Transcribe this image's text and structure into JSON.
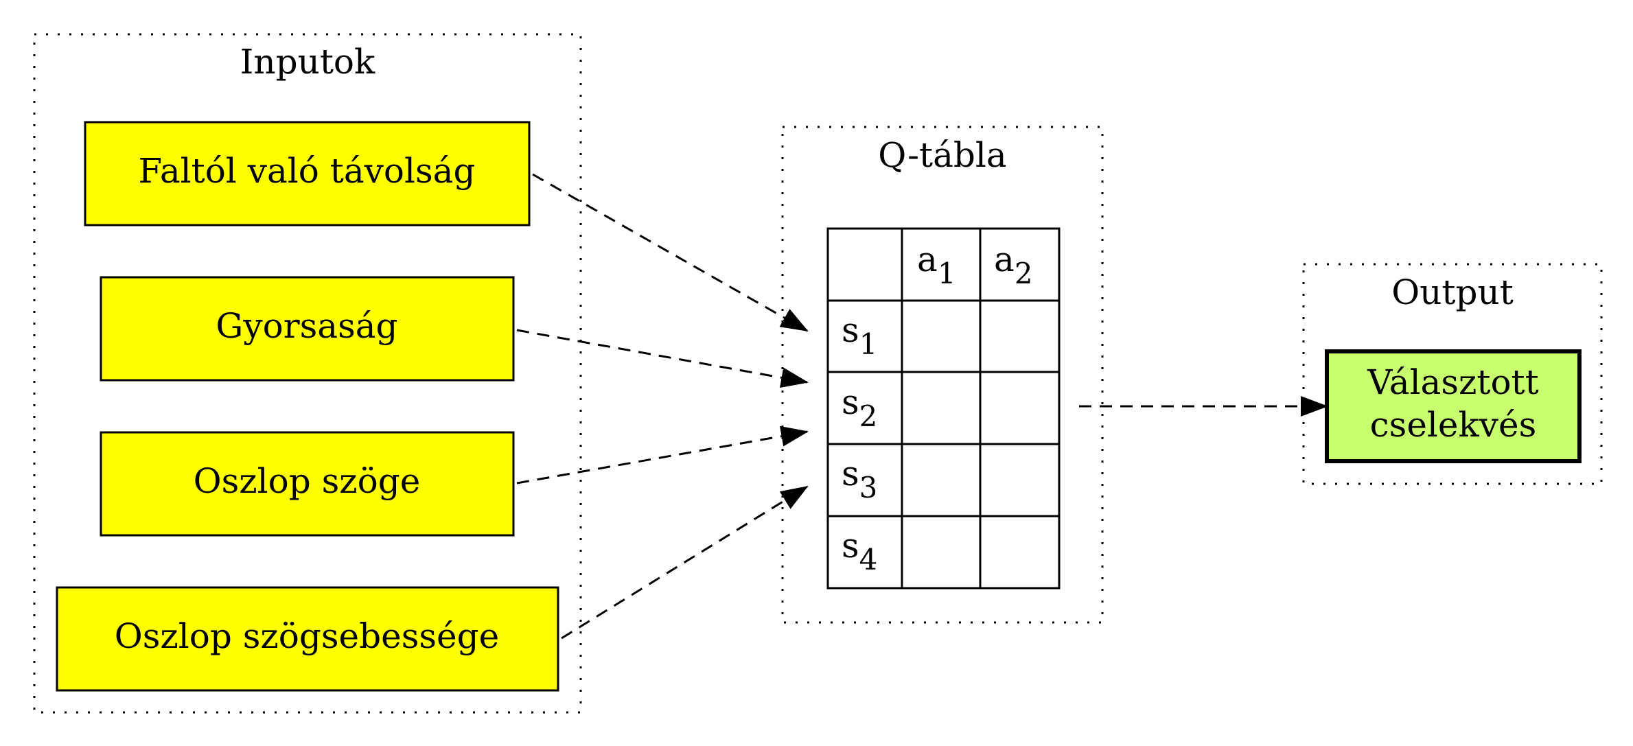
{
  "clusters": {
    "inputs": {
      "label": "Inputok"
    },
    "qtable": {
      "label": "Q-tábla"
    },
    "output": {
      "label": "Output"
    }
  },
  "inputs": [
    {
      "id": "dist",
      "label": "Faltól való távolság"
    },
    {
      "id": "speed",
      "label": "Gyorsaság"
    },
    {
      "id": "angle",
      "label": "Oszlop szöge"
    },
    {
      "id": "angvel",
      "label": "Oszlop szögsebessége"
    }
  ],
  "qtable": {
    "actions": [
      {
        "base": "a",
        "sub": "1"
      },
      {
        "base": "a",
        "sub": "2"
      }
    ],
    "states": [
      {
        "base": "s",
        "sub": "1"
      },
      {
        "base": "s",
        "sub": "2"
      },
      {
        "base": "s",
        "sub": "3"
      },
      {
        "base": "s",
        "sub": "4"
      }
    ]
  },
  "output": {
    "label_line1": "Választott",
    "label_line2": "cselekvés"
  },
  "colors": {
    "input_fill": "#ffff00",
    "output_fill": "#c8ff6e",
    "stroke": "#000000"
  }
}
